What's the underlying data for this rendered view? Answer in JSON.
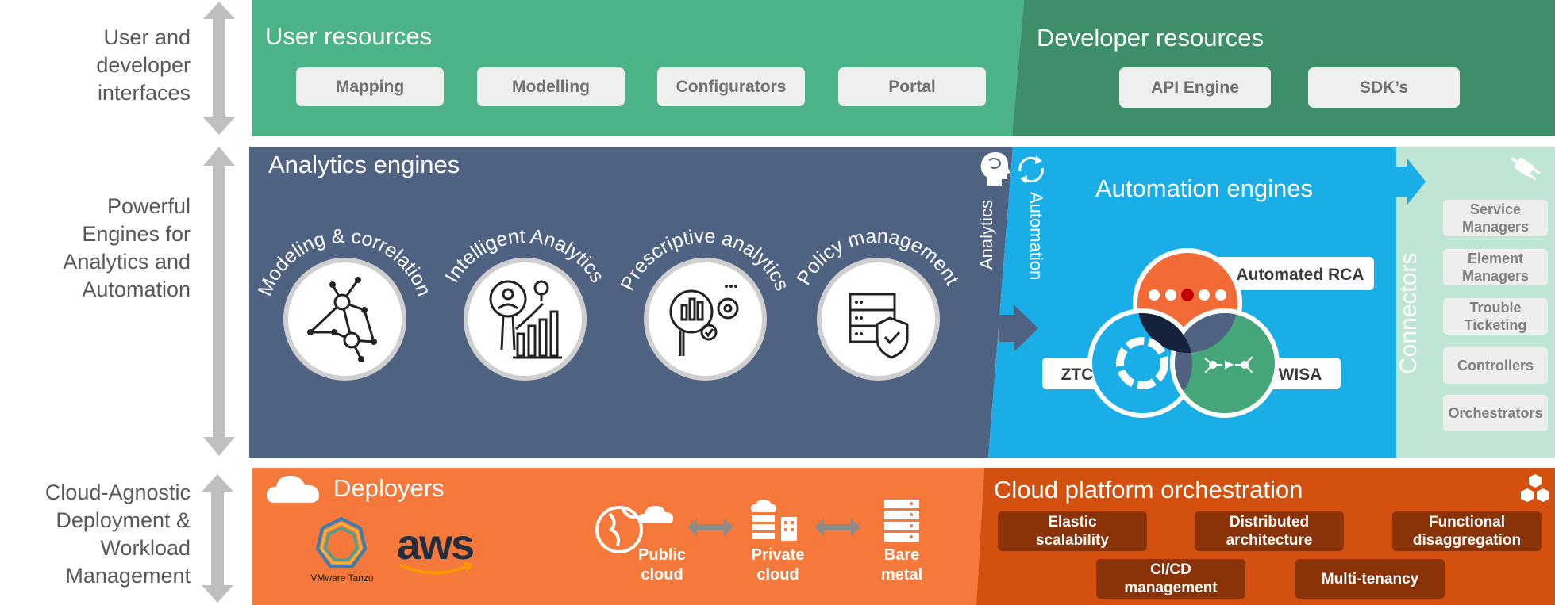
{
  "left_labels": {
    "top": [
      "User and",
      "developer",
      "interfaces"
    ],
    "middle": [
      "Powerful",
      "Engines for",
      "Analytics and",
      "Automation"
    ],
    "bottom": [
      "Cloud-Agnostic",
      "Deployment &",
      "Workload",
      "Management"
    ]
  },
  "user_resources": {
    "title": "User resources",
    "items": [
      "Mapping",
      "Modelling",
      "Configurators",
      "Portal"
    ]
  },
  "developer_resources": {
    "title": "Developer resources",
    "items": [
      "API Engine",
      "SDK’s"
    ]
  },
  "analytics": {
    "title": "Analytics engines",
    "engines": [
      "Modeling & correlation",
      "Intelligent Analytics",
      "Prescriptive analytics",
      "Policy management"
    ],
    "side_label": "Analytics"
  },
  "automation": {
    "title": "Automation engines",
    "side_label": "Automation",
    "venn": [
      "Automated RCA",
      "ZTC",
      "WISA"
    ]
  },
  "connectors": {
    "title": "Connectors",
    "items": [
      [
        "Service",
        "Managers"
      ],
      [
        "Element",
        "Managers"
      ],
      [
        "Trouble",
        "Ticketing"
      ],
      [
        "Controllers"
      ],
      [
        "Orchestrators"
      ]
    ]
  },
  "deployers": {
    "title": "Deployers",
    "logos": [
      "VMware Tanzu",
      "aws"
    ],
    "targets": [
      [
        "Public",
        "cloud"
      ],
      [
        "Private",
        "cloud"
      ],
      [
        "Bare",
        "metal"
      ]
    ]
  },
  "cloud_orchestration": {
    "title": "Cloud platform orchestration",
    "items": [
      [
        "Elastic",
        "scalability"
      ],
      [
        "Distributed",
        "architecture"
      ],
      [
        "Functional",
        "disaggregation"
      ],
      [
        "CI/CD",
        "management"
      ],
      [
        "Multi-tenancy"
      ]
    ]
  },
  "colors": {
    "user_green": "#4cb287",
    "dev_green": "#3e8e69",
    "analytics_slate": "#4f6282",
    "automation_blue": "#1aaee8",
    "connectors_mint": "#bfe5d5",
    "deploy_orange": "#f5793a",
    "cloud_orange": "#d3500f",
    "arrow_grey": "#bfbfbf"
  }
}
